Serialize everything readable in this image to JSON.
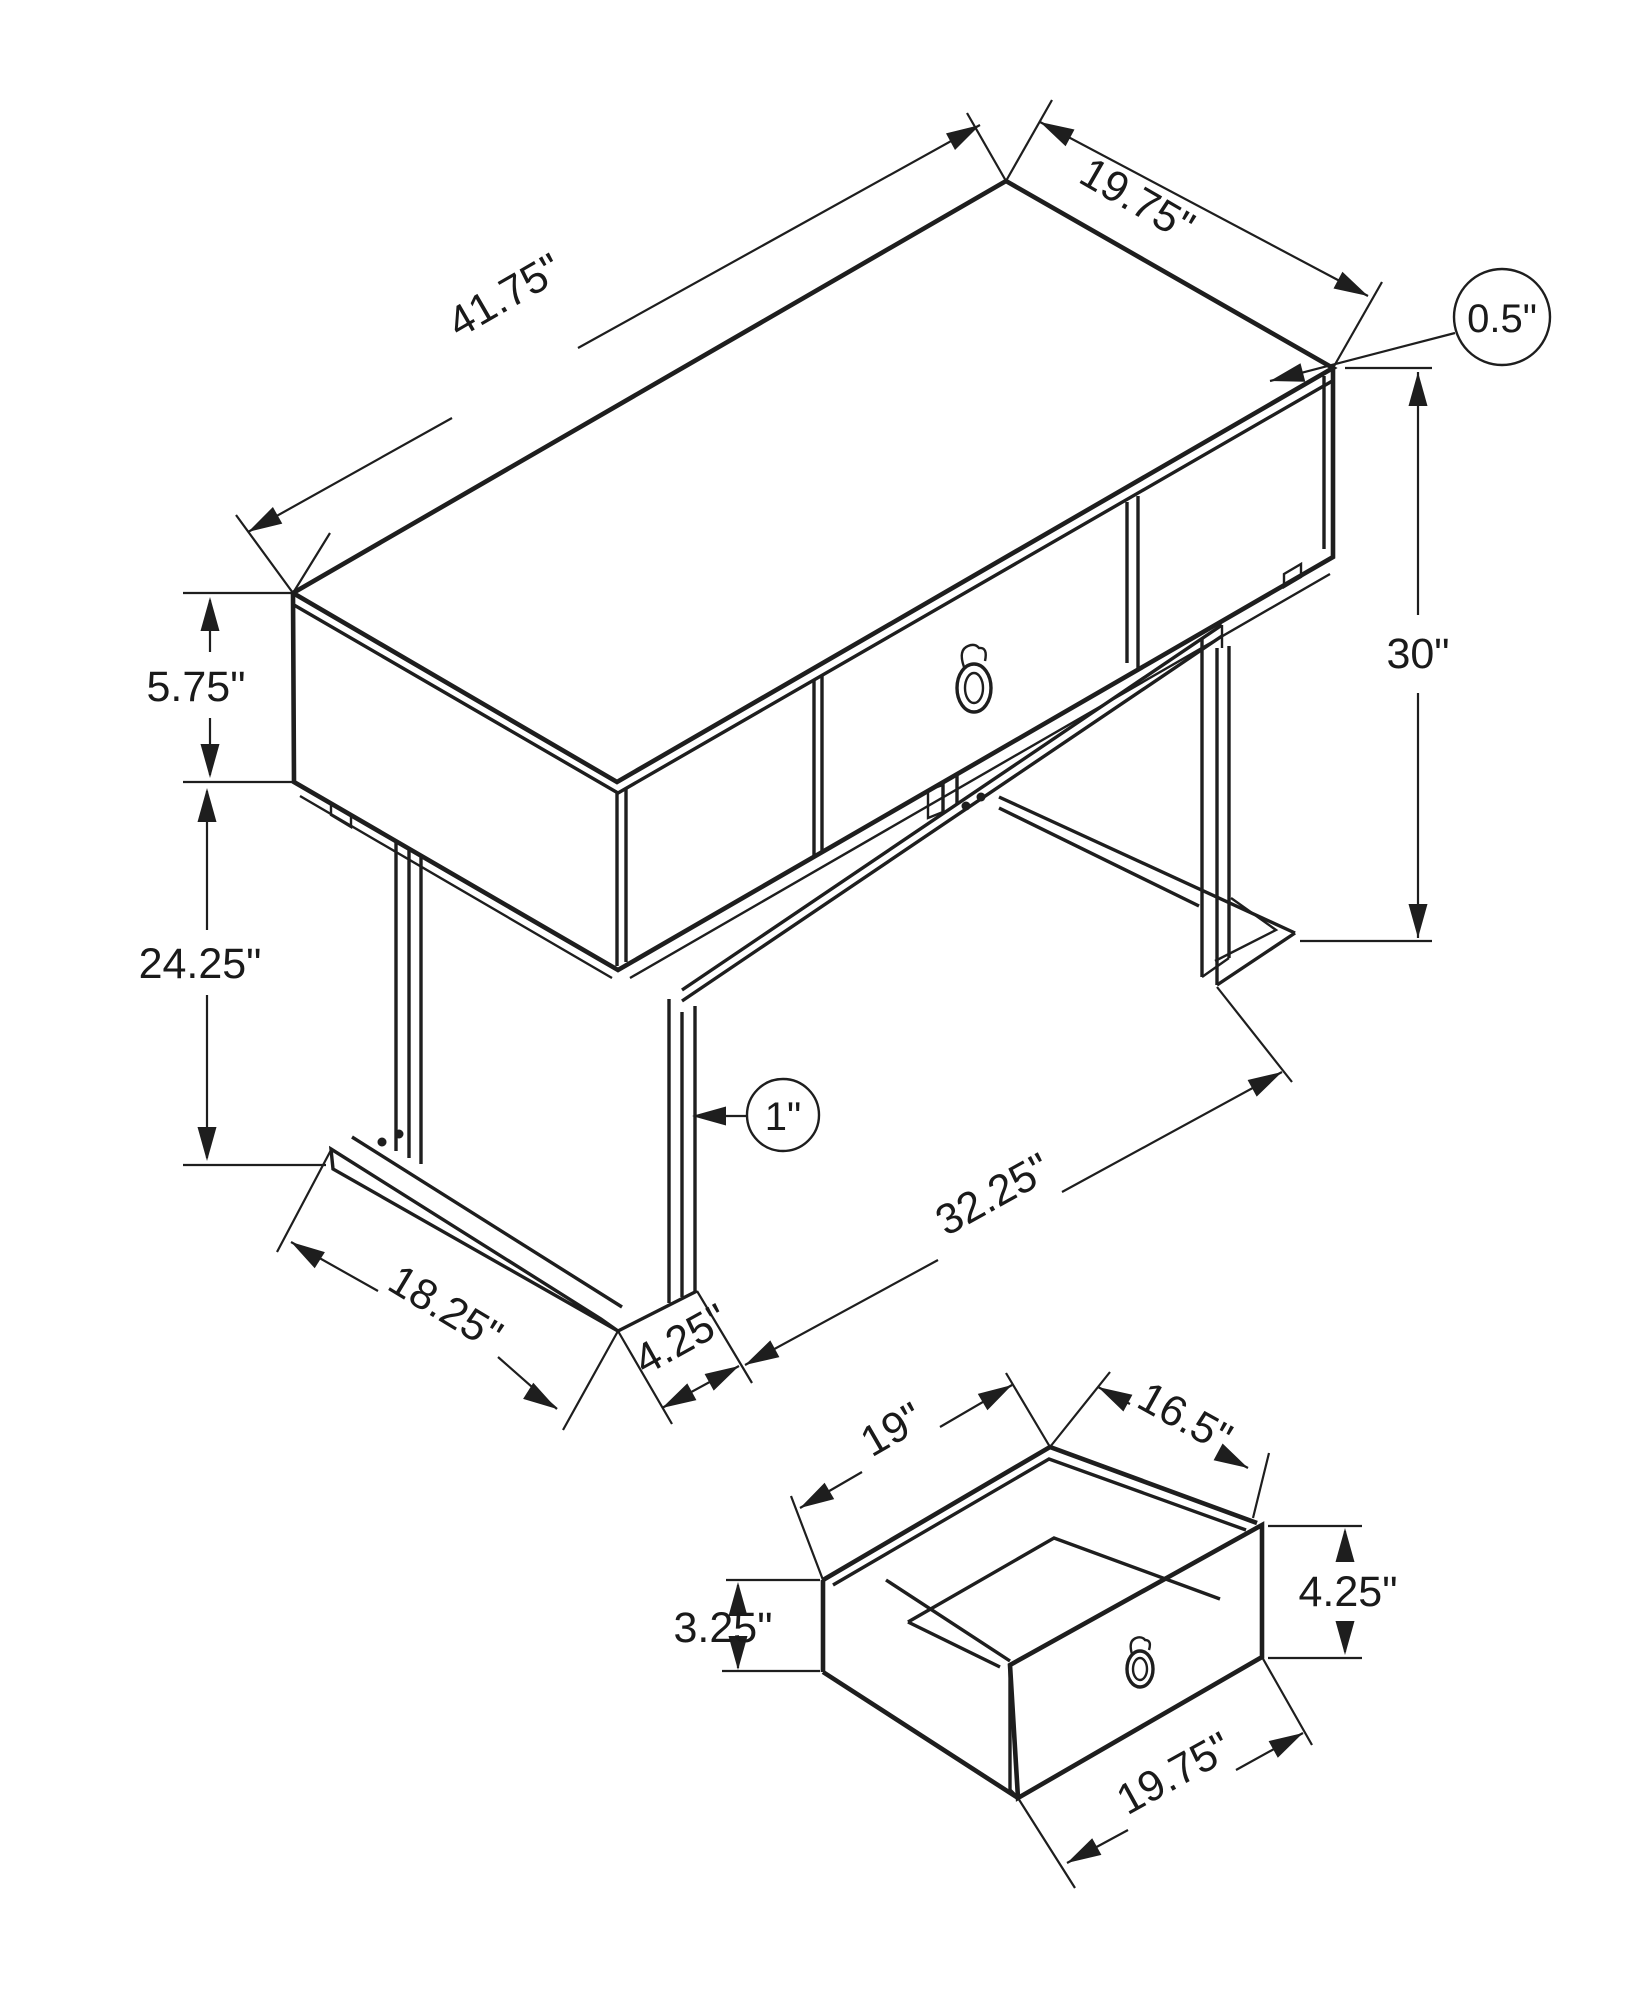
{
  "figure": {
    "type": "product dimension diagram",
    "subject": "console desk with drawer and metal sled legs",
    "units": "inches"
  },
  "desk": {
    "top_length": "41.75\"",
    "top_depth": "19.75\"",
    "top_thickness": "0.5\"",
    "overall_height": "30\"",
    "apron_height": "5.75\"",
    "leg_clearance": "24.25\"",
    "foot_length": "18.25\"",
    "foot_front_offset": "4.25\"",
    "leg_span": "32.25\"",
    "tube_size": "1\""
  },
  "drawer_detail": {
    "inner_width": "19\"",
    "inner_depth": "16.5\"",
    "back_height": "3.25\"",
    "front_height": "4.25\"",
    "front_width": "19.75\""
  }
}
